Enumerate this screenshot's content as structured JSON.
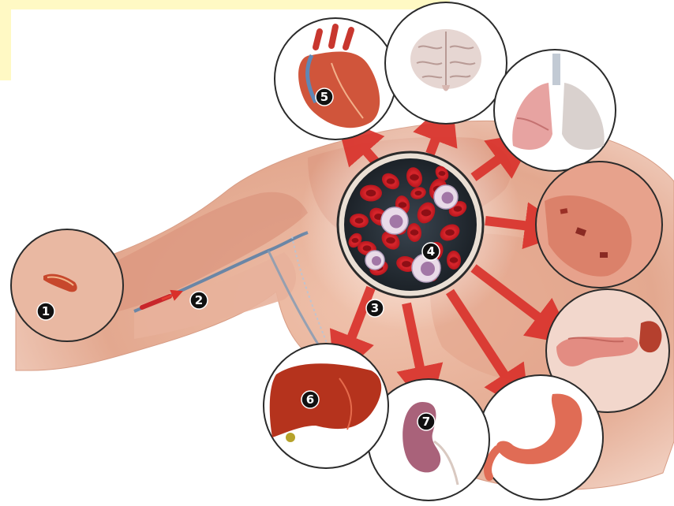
{
  "diagram": {
    "markers": [
      {
        "id": "1",
        "label": "1"
      },
      {
        "id": "2",
        "label": "2"
      },
      {
        "id": "3",
        "label": "3"
      },
      {
        "id": "4",
        "label": "4"
      },
      {
        "id": "5",
        "label": "5"
      },
      {
        "id": "6",
        "label": "6"
      },
      {
        "id": "7",
        "label": "7"
      }
    ],
    "insets": [
      {
        "key": "wound",
        "icon": "wound-icon"
      },
      {
        "key": "heart",
        "icon": "heart-icon"
      },
      {
        "key": "brain",
        "icon": "brain-icon"
      },
      {
        "key": "lungs",
        "icon": "lungs-icon"
      },
      {
        "key": "skin",
        "icon": "skin-patch-icon"
      },
      {
        "key": "blood",
        "icon": "blood-cells-icon"
      },
      {
        "key": "pancreas",
        "icon": "pancreas-icon"
      },
      {
        "key": "stomach",
        "icon": "stomach-icon"
      },
      {
        "key": "kidney",
        "icon": "kidney-icon"
      },
      {
        "key": "liver",
        "icon": "liver-icon"
      }
    ],
    "colors": {
      "skin": "#e8b49d",
      "muscle": "#d98a72",
      "arrow": "#d9302a",
      "circle_stroke": "#2b2b2b",
      "marker_fill": "#111111",
      "highlight": "#fff9c4"
    }
  }
}
